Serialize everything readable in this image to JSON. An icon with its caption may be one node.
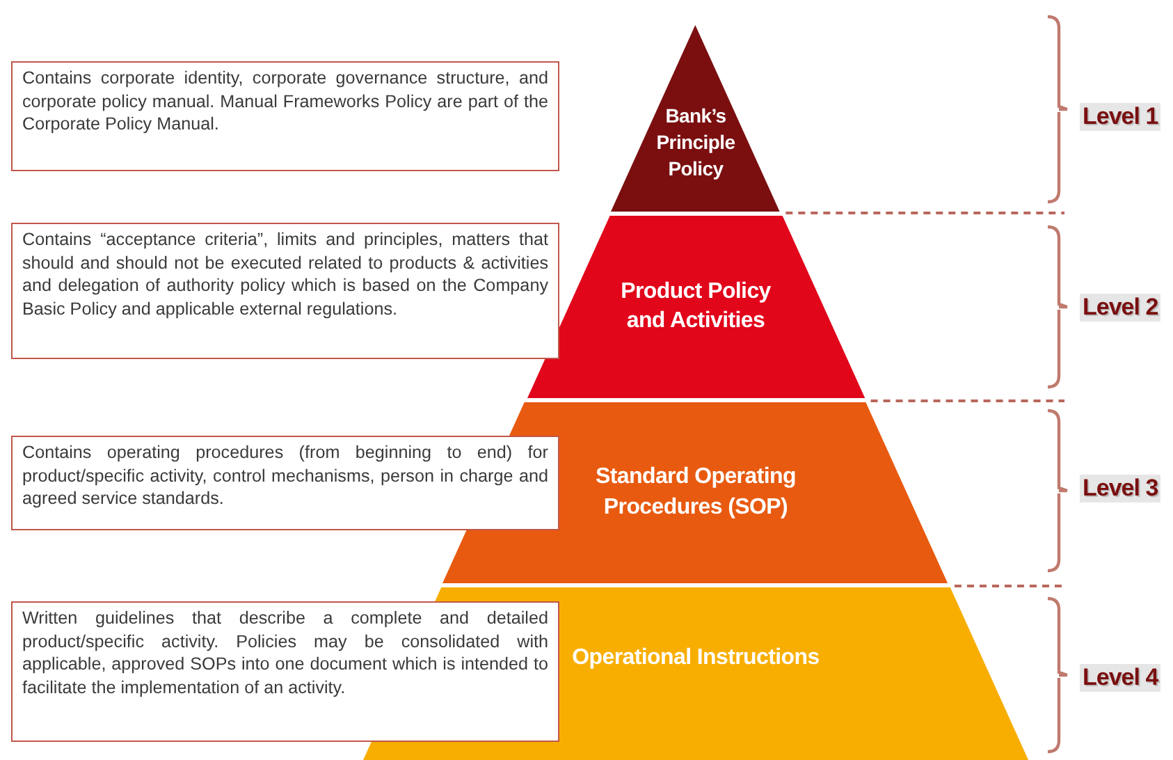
{
  "diagram": {
    "nodes": [
      {
        "text": [
          "Bank’s Principle Policy"
        ]
      },
      {
        "text": [
          "Product Policy and Activities"
        ]
      },
      {
        "text": [
          "Standard Operating Procedures (SOP)"
        ]
      },
      {
        "text": [
          "Operational Instructions"
        ]
      },
      {
        "text": [
          "Contains corporate identity, corporate governance structure, and corporate policy manual. Manual Frameworks Policy are part of the Corporate Policy Manual."
        ]
      },
      {
        "text": [
          "Contains “acceptance criteria”, limits and principles, matters that should and should not be executed related to products & activities and delegation of authority policy which is based on the Company Basic Policy and applicable external regulations."
        ]
      },
      {
        "text": [
          "Contains operating procedures (from beginning to end) for product/specific activity, control mechanisms, person in charge and agreed service standards."
        ]
      },
      {
        "text": [
          "Written guidelines that describe a complete and detailed product/specific activity. Policies may be consolidated with applicable, approved SOPs into one document which is intended to facilitate the implementation of an activity."
        ]
      }
    ],
    "labels": [
      "Level 1",
      "Level 2",
      "Level 3",
      "Level 4"
    ]
  }
}
